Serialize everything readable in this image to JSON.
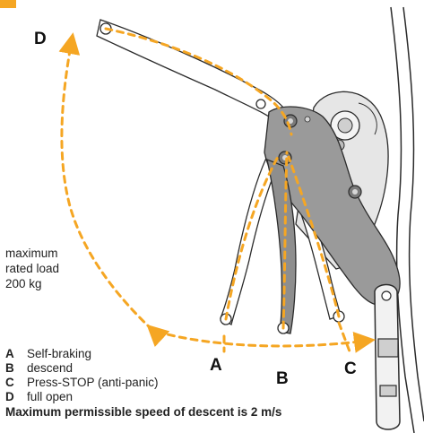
{
  "positions": [
    {
      "key": "A",
      "label": "Self-braking"
    },
    {
      "key": "B",
      "label": "descend"
    },
    {
      "key": "C",
      "label": "Press-STOP (anti-panic)"
    },
    {
      "key": "D",
      "label": "full open"
    }
  ],
  "load_note": {
    "line1": "maximum",
    "line2": "rated load",
    "line3": "200 kg"
  },
  "footer_note": "Maximum permissible speed of descent is 2 m/s",
  "colors": {
    "accent": "#f5a623",
    "device_dark": "#8e8e8e",
    "device_light": "#d9d9d9",
    "outline": "#2b2b2b"
  }
}
